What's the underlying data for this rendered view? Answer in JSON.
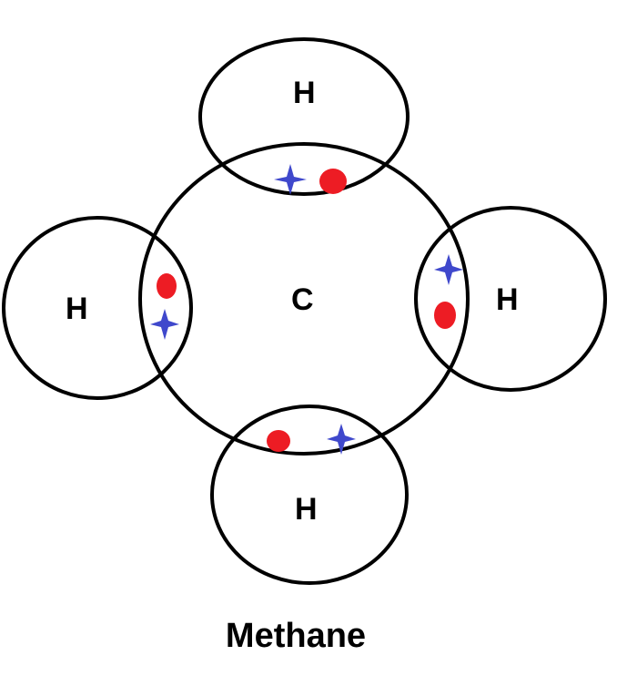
{
  "title": "Methane",
  "atoms": {
    "center": "C",
    "top": "H",
    "left": "H",
    "right": "H",
    "bottom": "H"
  },
  "colors": {
    "electron_dot": "#ed1c24",
    "electron_cross": "#3f48cc",
    "outline": "#000000"
  }
}
